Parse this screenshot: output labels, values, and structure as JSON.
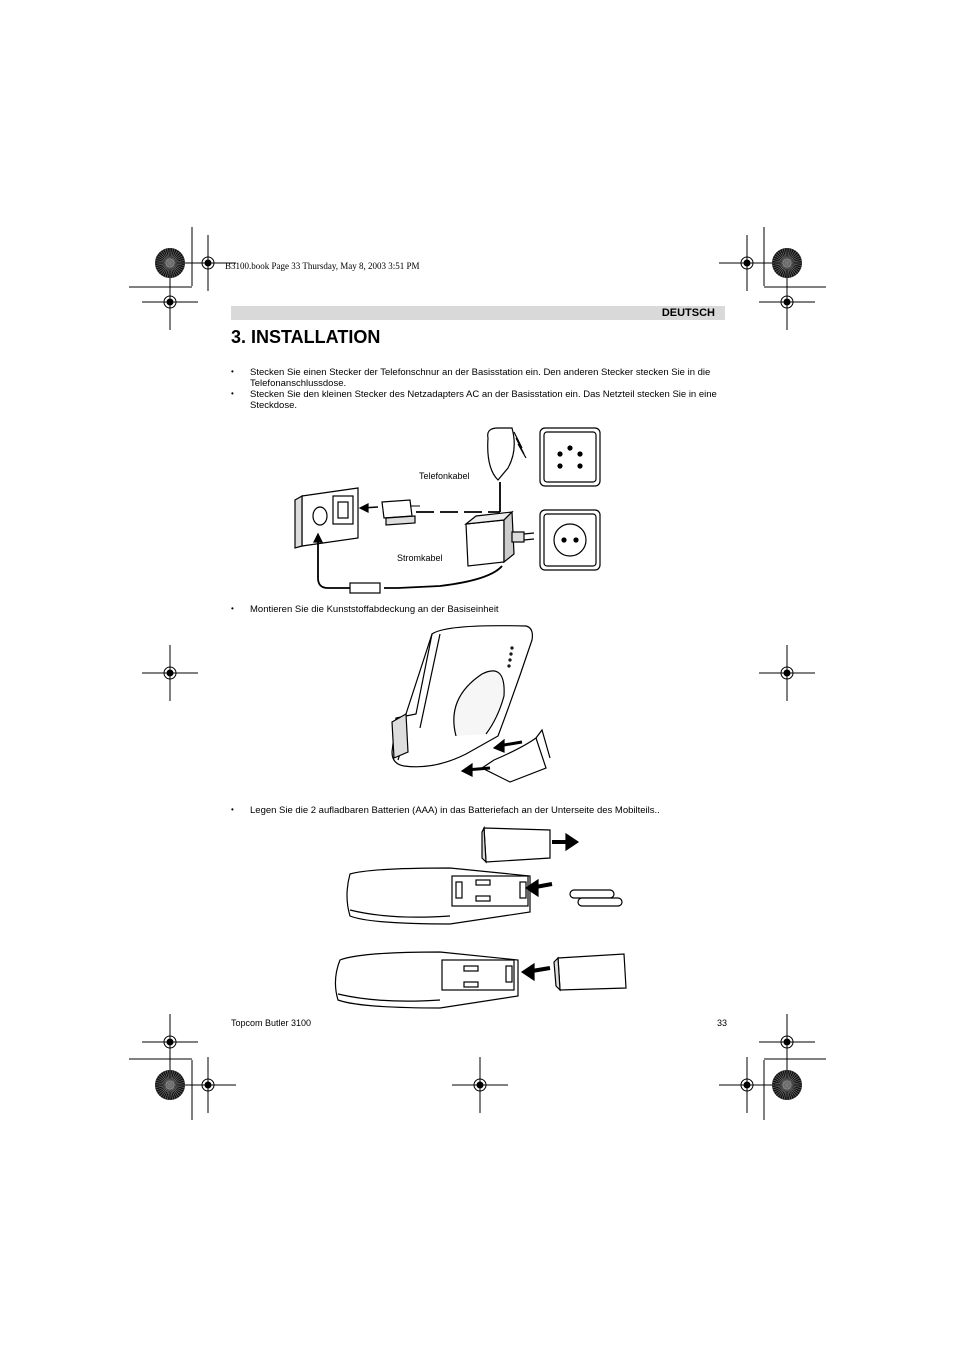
{
  "print_header": "B3100.book  Page 33  Thursday, May 8, 2003  3:51 PM",
  "language": "DEUTSCH",
  "title": "3. INSTALLATION",
  "bullets": [
    "Stecken Sie einen Stecker der Telefonschnur an der Basisstation ein. Den anderen Stecker stecken Sie in die Telefonanschlussdose.",
    "Stecken Sie den kleinen Stecker des Netzadapters AC an der Basisstation ein. Das Netzteil stecken Sie in eine Steckdose.",
    "Montieren Sie die Kunststoffabdeckung an der Basiseinheit",
    "Legen Sie die 2 aufladbaren Batterien (AAA) in das Batteriefach an der Unterseite des Mobilteils.."
  ],
  "figure_labels": {
    "phone_cable": "Telefonkabel",
    "power_cable": "Stromkabel"
  },
  "footer": {
    "product": "Topcom Butler 3100",
    "page_number": "33"
  }
}
